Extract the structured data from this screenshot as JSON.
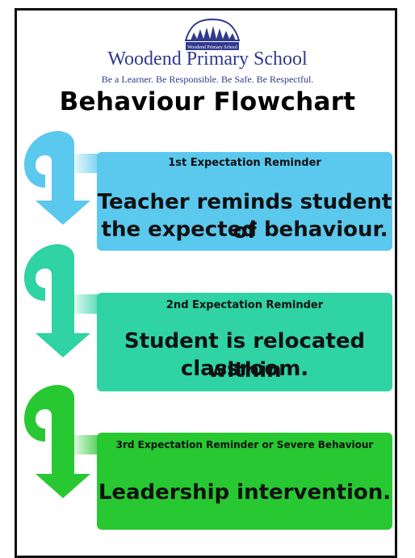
{
  "school": {
    "name": "Woodend Primary School",
    "logo_text": "Woodend Primary School",
    "motto": "Be a Learner. Be Responsible. Be Safe. Be Respectful."
  },
  "title": "Behaviour Flowchart",
  "steps": [
    {
      "heading": "1st Expectation Reminder",
      "text_line1": "Teacher reminds student of",
      "text_line2": "the expected behaviour.",
      "color": "#5bc8ee"
    },
    {
      "heading": "2nd Expectation Reminder",
      "text_line1": "Student is relocated within",
      "text_line2": "classroom.",
      "color": "#2fd3a4"
    },
    {
      "heading": "3rd Expectation Reminder or Severe Behaviour",
      "text_line1": "Leadership intervention.",
      "color": "#27c832"
    }
  ]
}
